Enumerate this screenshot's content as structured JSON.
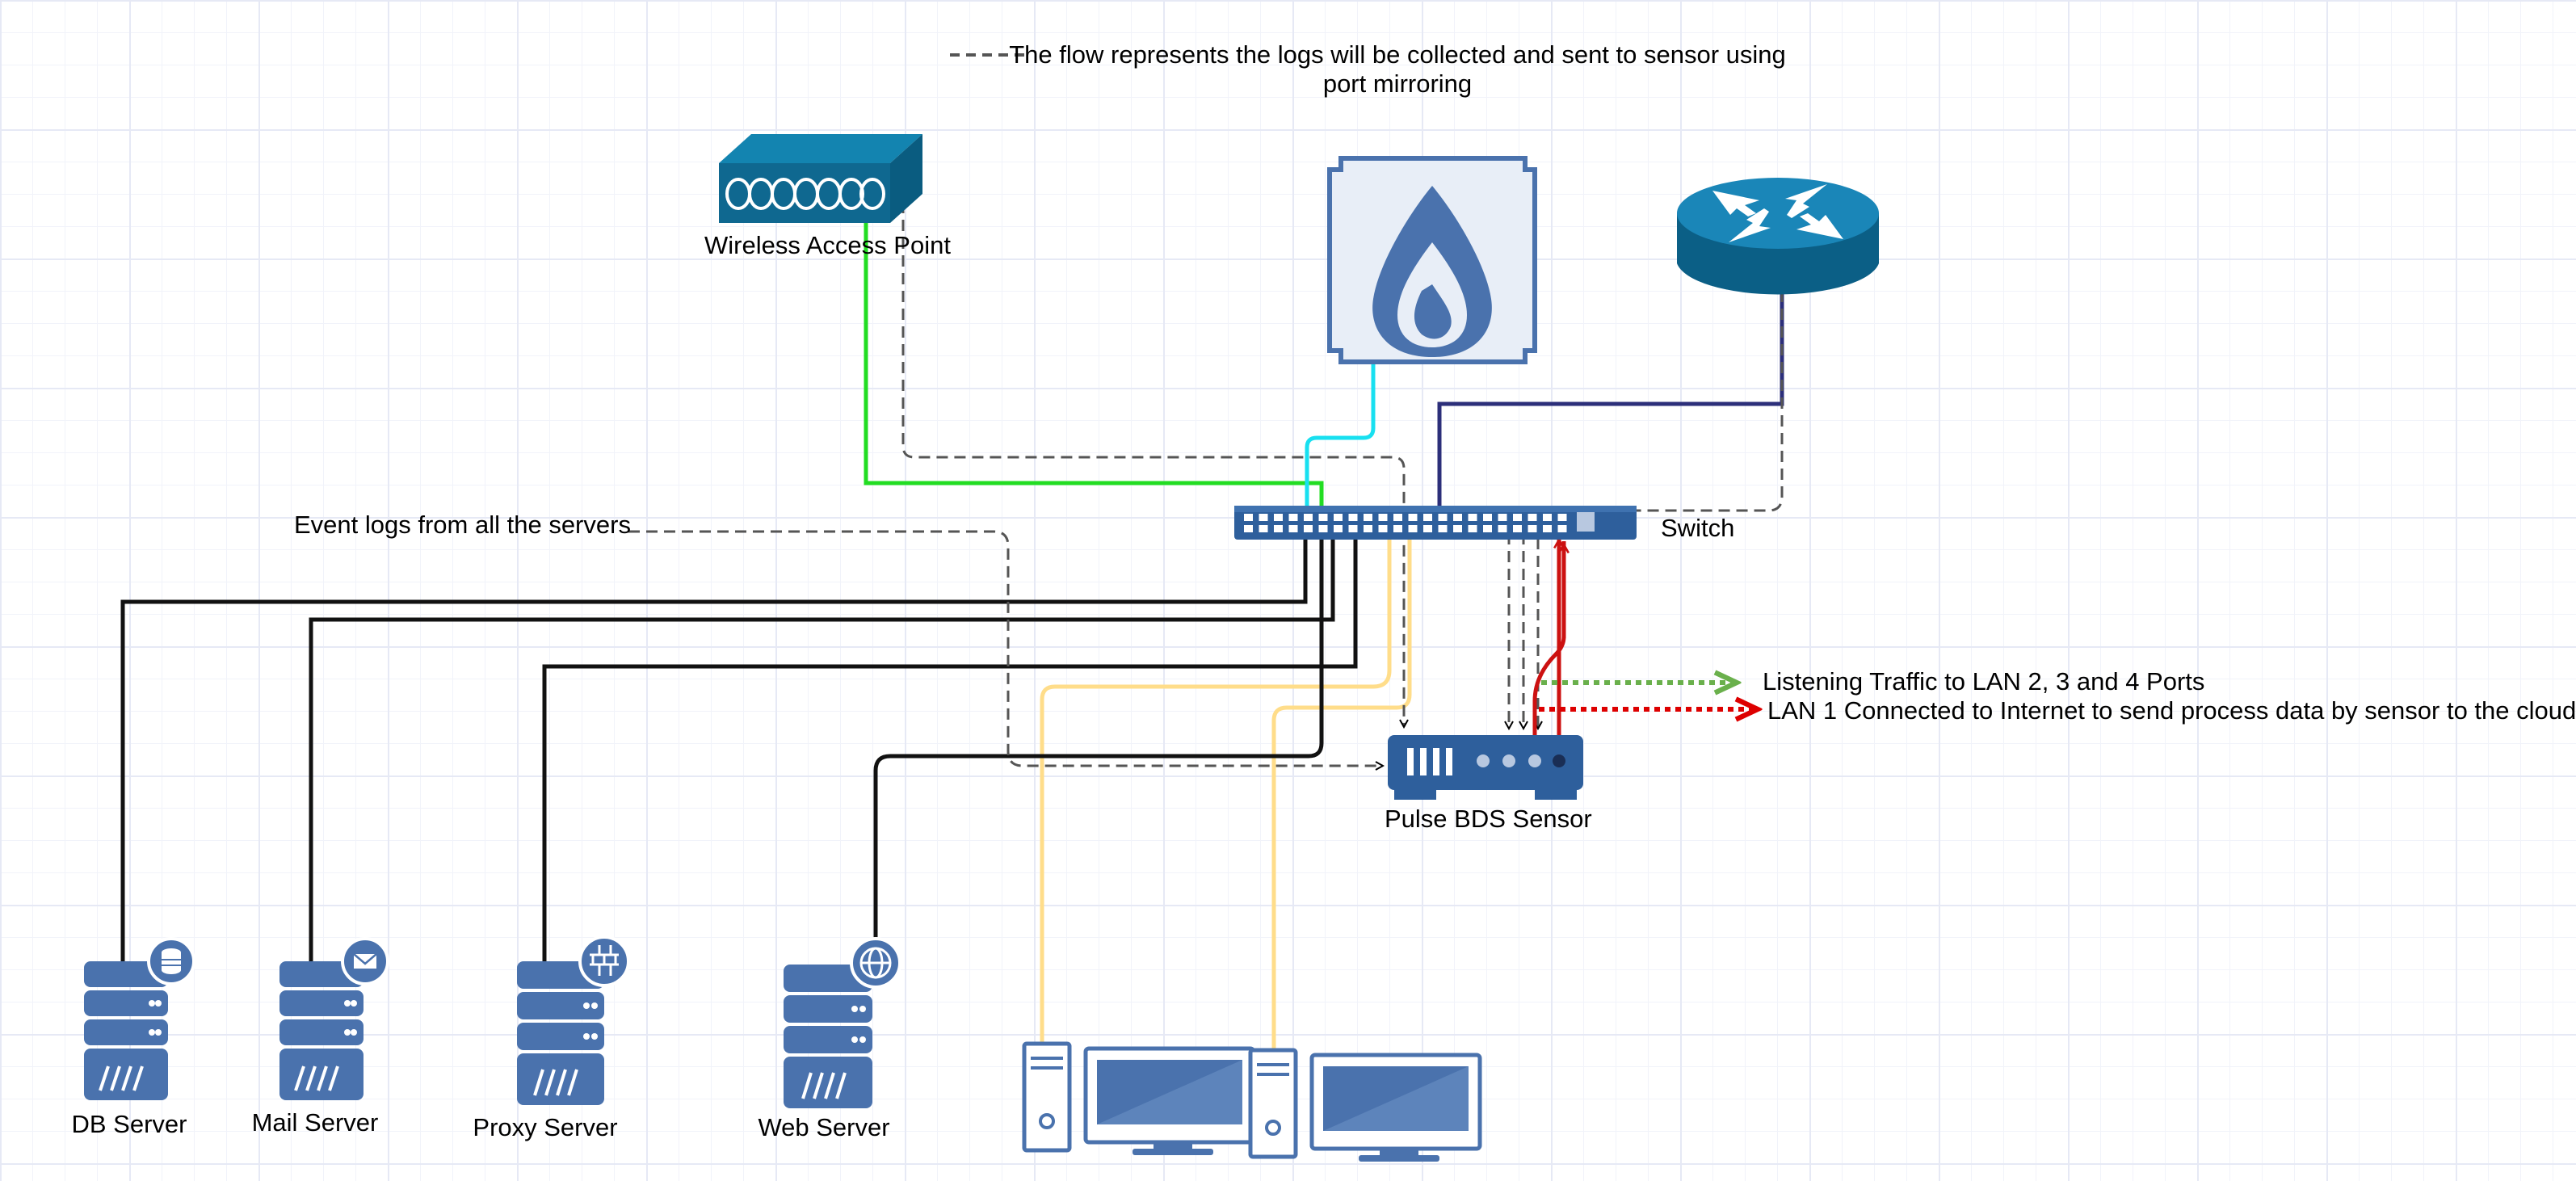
{
  "colors": {
    "device": "#4a72ad",
    "device_dark": "#1f4f86",
    "wap": "#0f6890",
    "router": "#0e6a94",
    "wifi_link": "#22dd22",
    "ids_link": "#18e0f0",
    "router_link": "#2c2f7a",
    "workstation_link": "#ffdd8a",
    "server_link": "#111111",
    "dashed": "#555555",
    "listen_arrow": "#6ab04c",
    "internet_arrow": "#dd0000",
    "red_link": "#cc1111"
  },
  "legend": {
    "text_line1": "The flow represents the logs will be collected and sent to sensor using",
    "text_line2": "port mirroring"
  },
  "nodes": {
    "wireless_access_point": {
      "label": "Wireless Access Point",
      "icon": "wireless-access-point-icon"
    },
    "intrusion_detection": {
      "label": "",
      "icon": "firewall-flame-icon"
    },
    "router": {
      "label": "",
      "icon": "router-icon"
    },
    "switch": {
      "label": "Switch",
      "icon": "switch-icon"
    },
    "sensor": {
      "label": "Pulse BDS Sensor",
      "icon": "sensor-appliance-icon"
    },
    "servers": [
      {
        "label": "DB Server",
        "icon": "database-server-icon",
        "badge": "database-icon"
      },
      {
        "label": "Mail Server",
        "icon": "mail-server-icon",
        "badge": "envelope-icon"
      },
      {
        "label": "Proxy Server",
        "icon": "proxy-server-icon",
        "badge": "firewall-brick-icon"
      },
      {
        "label": "Web Server",
        "icon": "web-server-icon",
        "badge": "globe-icon"
      }
    ],
    "workstations": [
      {
        "label": "",
        "icon": "workstation-icon"
      },
      {
        "label": "",
        "icon": "workstation-icon"
      }
    ]
  },
  "annotations": {
    "event_logs": "Event logs from all the servers",
    "listening": "Listening Traffic to LAN 2, 3 and 4 Ports",
    "internet": "LAN 1 Connected to Internet to send process data by sensor to the cloud"
  }
}
